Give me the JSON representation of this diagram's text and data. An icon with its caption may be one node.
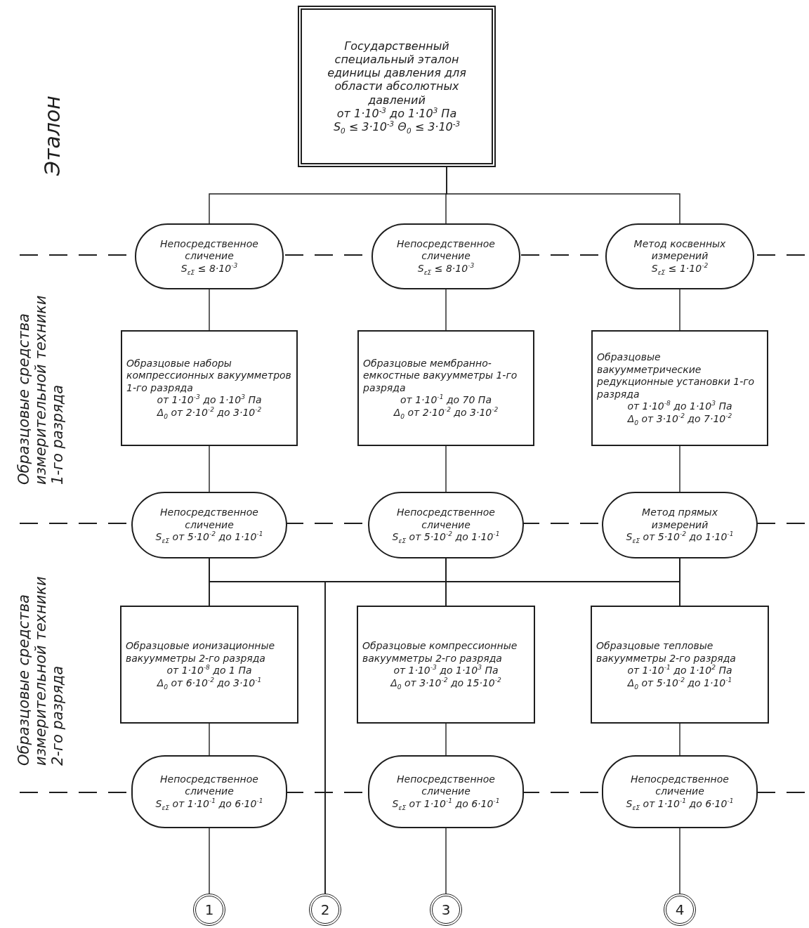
{
  "diagram": {
    "nodes": [
      {
        "text": [
          "Государственный специальный эталон единицы давления для области абсолютных давлений",
          "от 1·10$^{-3}$ до 1·10$^{3}$ Па",
          "S$_{0}$ ≤ 3·10$^{-3}$ Θ$_{0}$ ≤ 3·10$^{-3}$"
        ]
      },
      {
        "text": [
          "Непосредственное сличение",
          "S$_{εΣ}$ ≤ 8·10$^{-3}$"
        ]
      },
      {
        "text": [
          "Непосредственное сличение",
          "S$_{εΣ}$ ≤ 8·10$^{-3}$"
        ]
      },
      {
        "text": [
          "Метод косвенных измерений",
          "S$_{εΣ}$ ≤ 1·10$^{-2}$"
        ]
      },
      {
        "text": [
          "Образцовые наборы компрессионных вакуумметров 1-го разряда",
          "от 1·10$^{-3}$ до 1·10$^{3}$ Па",
          "Δ$_{0}$ от 2·10$^{-2}$ до 3·10$^{-2}$"
        ]
      },
      {
        "text": [
          "Образцовые мембранно-емкостные вакуумметры 1-го разряда",
          "от 1·10$^{-1}$ до 70 Па",
          "Δ$_{0}$ от 2·10$^{-2}$ до 3·10$^{-2}$"
        ]
      },
      {
        "text": [
          "Образцовые вакуумметрические редукционные установки 1-го разряда",
          "от 1·10$^{-8}$ до 1·10$^{3}$ Па",
          "Δ$_{0}$ от 3·10$^{-2}$ до 7·10$^{-2}$"
        ]
      },
      {
        "text": [
          "Непосредственное сличение",
          "S$_{εΣ}$ от 5·10$^{-2}$ до 1·10$^{-1}$"
        ]
      },
      {
        "text": [
          "Непосредственное сличение",
          "S$_{εΣ}$ от 5·10$^{-2}$ до 1·10$^{-1}$"
        ]
      },
      {
        "text": [
          "Метод прямых измерений",
          "S$_{εΣ}$ от 5·10$^{-2}$ до 1·10$^{-1}$"
        ]
      },
      {
        "text": [
          "Образцовые ионизационные вакуумметры 2-го разряда",
          "от 1·10$^{-8}$ до 1 Па",
          "Δ$_{0}$ от 6·10$^{-2}$ до 3·10$^{-1}$"
        ]
      },
      {
        "text": [
          "Образцовые компрессионные вакуумметры 2-го разряда",
          "от 1·10$^{-3}$ до 1·10$^{3}$ Па",
          "Δ$_{0}$ от 3·10$^{-2}$ до 15·10$^{-2}$"
        ]
      },
      {
        "text": [
          "Образцовые тепловые вакуумметры 2-го разряда",
          "от 1·10$^{-1}$ до 1·10$^{2}$ Па",
          "Δ$_{0}$ от 5·10$^{-2}$ до 1·10$^{-1}$"
        ]
      },
      {
        "text": [
          "Непосредственное сличение",
          "S$_{εΣ}$ от 1·10$^{-1}$ до 6·10$^{-1}$"
        ]
      },
      {
        "text": [
          "Непосредственное сличение",
          "S$_{εΣ}$ от 1·10$^{-1}$ до 6·10$^{-1}$"
        ]
      },
      {
        "text": [
          "Непосредственное сличение",
          "S$_{εΣ}$ от 1·10$^{-1}$ до 6·10$^{-1}$"
        ]
      },
      {
        "text": [
          "1"
        ]
      },
      {
        "text": [
          "2"
        ]
      },
      {
        "text": [
          "3"
        ]
      },
      {
        "text": [
          "4"
        ]
      }
    ],
    "edges": [
      {
        "from": 0,
        "to": 1,
        "arrow": "none"
      },
      {
        "from": 0,
        "to": 2,
        "arrow": "none"
      },
      {
        "from": 0,
        "to": 3,
        "arrow": "none"
      },
      {
        "from": 1,
        "to": 4,
        "arrow": "none"
      },
      {
        "from": 2,
        "to": 5,
        "arrow": "none"
      },
      {
        "from": 3,
        "to": 6,
        "arrow": "none"
      },
      {
        "from": 4,
        "to": 7,
        "arrow": "none"
      },
      {
        "from": 5,
        "to": 8,
        "arrow": "none"
      },
      {
        "from": 6,
        "to": 9,
        "arrow": "none"
      },
      {
        "from": 7,
        "to": 10,
        "arrow": "none"
      },
      {
        "from": 7,
        "to": 17,
        "arrow": "none"
      },
      {
        "from": 7,
        "to": 11,
        "arrow": "none"
      },
      {
        "from": 7,
        "to": 12,
        "arrow": "none"
      },
      {
        "from": 8,
        "to": 10,
        "arrow": "none"
      },
      {
        "from": 8,
        "to": 17,
        "arrow": "none"
      },
      {
        "from": 8,
        "to": 11,
        "arrow": "none"
      },
      {
        "from": 8,
        "to": 12,
        "arrow": "none"
      },
      {
        "from": 9,
        "to": 10,
        "arrow": "none"
      },
      {
        "from": 9,
        "to": 17,
        "arrow": "none"
      },
      {
        "from": 9,
        "to": 11,
        "arrow": "none"
      },
      {
        "from": 9,
        "to": 12,
        "arrow": "none"
      },
      {
        "from": 10,
        "to": 13,
        "arrow": "none"
      },
      {
        "from": 11,
        "to": 14,
        "arrow": "none"
      },
      {
        "from": 12,
        "to": 15,
        "arrow": "none"
      },
      {
        "from": 13,
        "to": 16,
        "arrow": "none"
      },
      {
        "from": 14,
        "to": 18,
        "arrow": "none"
      },
      {
        "from": 15,
        "to": 19,
        "arrow": "none"
      }
    ],
    "labels": [
      "Эталон",
      "Образцовые средства измерительной техники 1-го разряда",
      "Образцовые средства измерительной техники 2-го разряда"
    ]
  }
}
